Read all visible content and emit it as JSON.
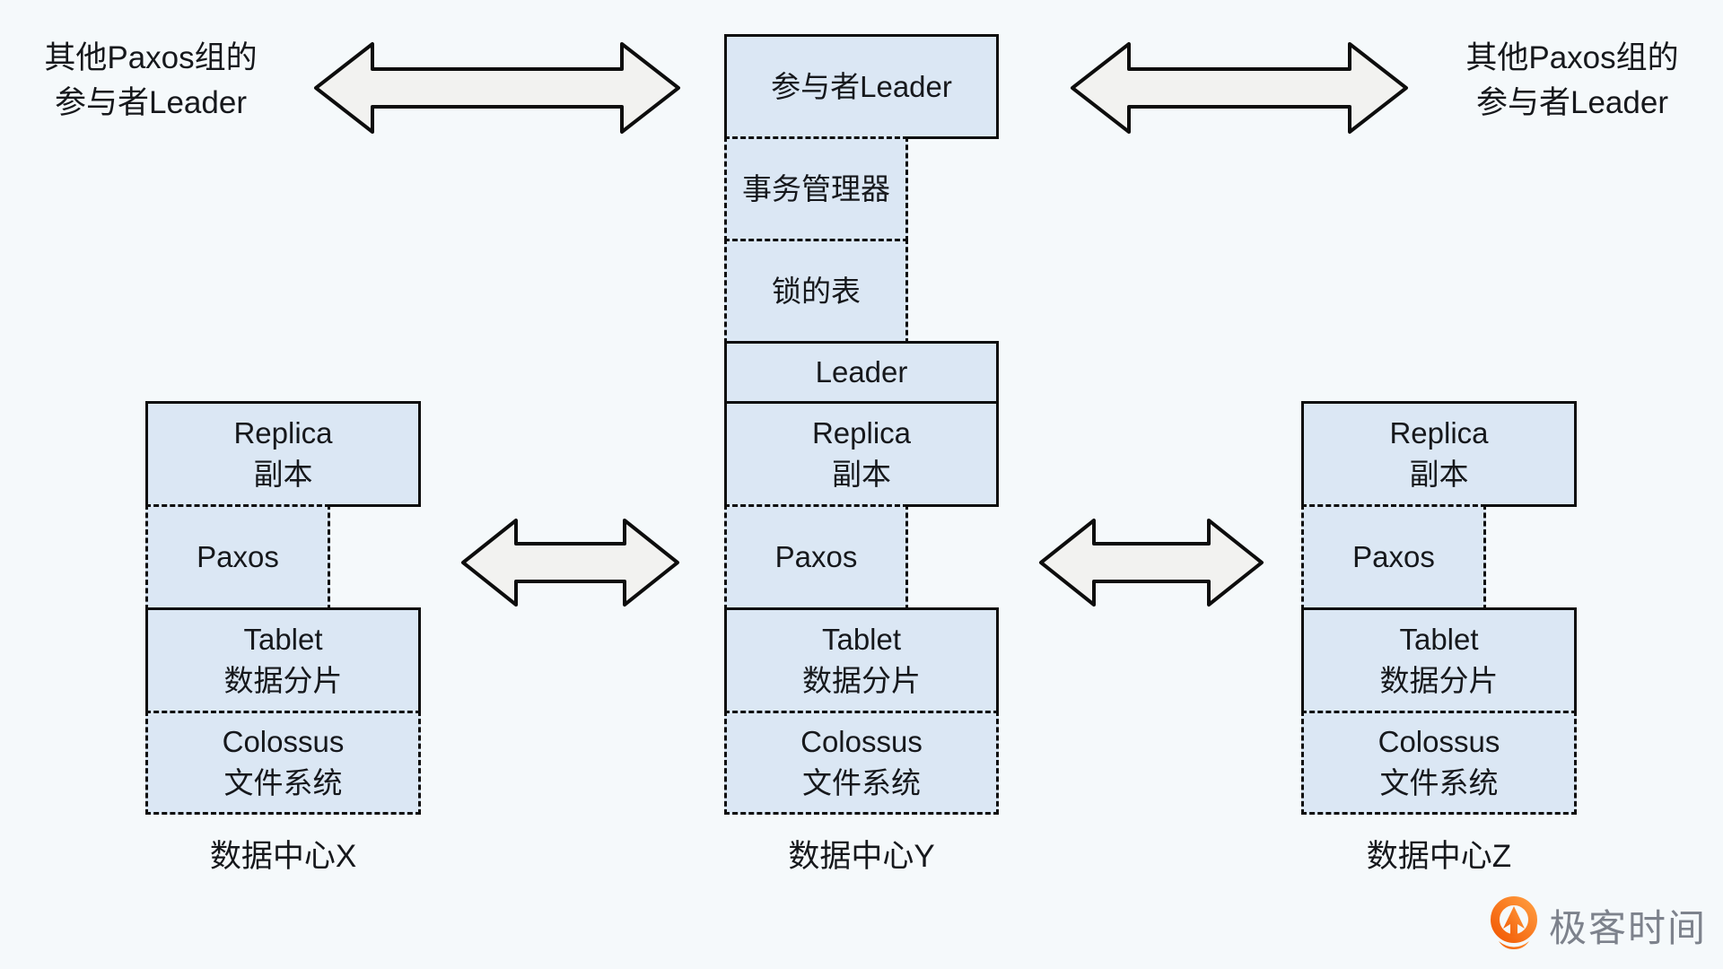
{
  "background": "#f5f9fb",
  "colors": {
    "box_fill": "#dbe7f4",
    "box_border": "#0d0d0d",
    "arrow_fill": "#f2f2f0",
    "text": "#16181c",
    "logo_orange": "#f8690f",
    "logo_text_color": "#7d828c"
  },
  "side_labels": {
    "left": {
      "line1": "其他Paxos组的",
      "line2": "参与者Leader"
    },
    "right": {
      "line1": "其他Paxos组的",
      "line2": "参与者Leader"
    }
  },
  "datacenter_x": {
    "replica_line1": "Replica",
    "replica_line2": "副本",
    "paxos": "Paxos",
    "tablet_line1": "Tablet",
    "tablet_line2": "数据分片",
    "colossus_line1": "Colossus",
    "colossus_line2": "文件系统",
    "caption": "数据中心X"
  },
  "datacenter_y": {
    "participant_leader": "参与者Leader",
    "transaction_manager": "事务管理器",
    "lock_table": "锁的表",
    "leader": "Leader",
    "replica_line1": "Replica",
    "replica_line2": "副本",
    "paxos": "Paxos",
    "tablet_line1": "Tablet",
    "tablet_line2": "数据分片",
    "colossus_line1": "Colossus",
    "colossus_line2": "文件系统",
    "caption": "数据中心Y"
  },
  "datacenter_z": {
    "replica_line1": "Replica",
    "replica_line2": "副本",
    "paxos": "Paxos",
    "tablet_line1": "Tablet",
    "tablet_line2": "数据分片",
    "colossus_line1": "Colossus",
    "colossus_line2": "文件系统",
    "caption": "数据中心Z"
  },
  "logo": {
    "text": "极客时间"
  }
}
